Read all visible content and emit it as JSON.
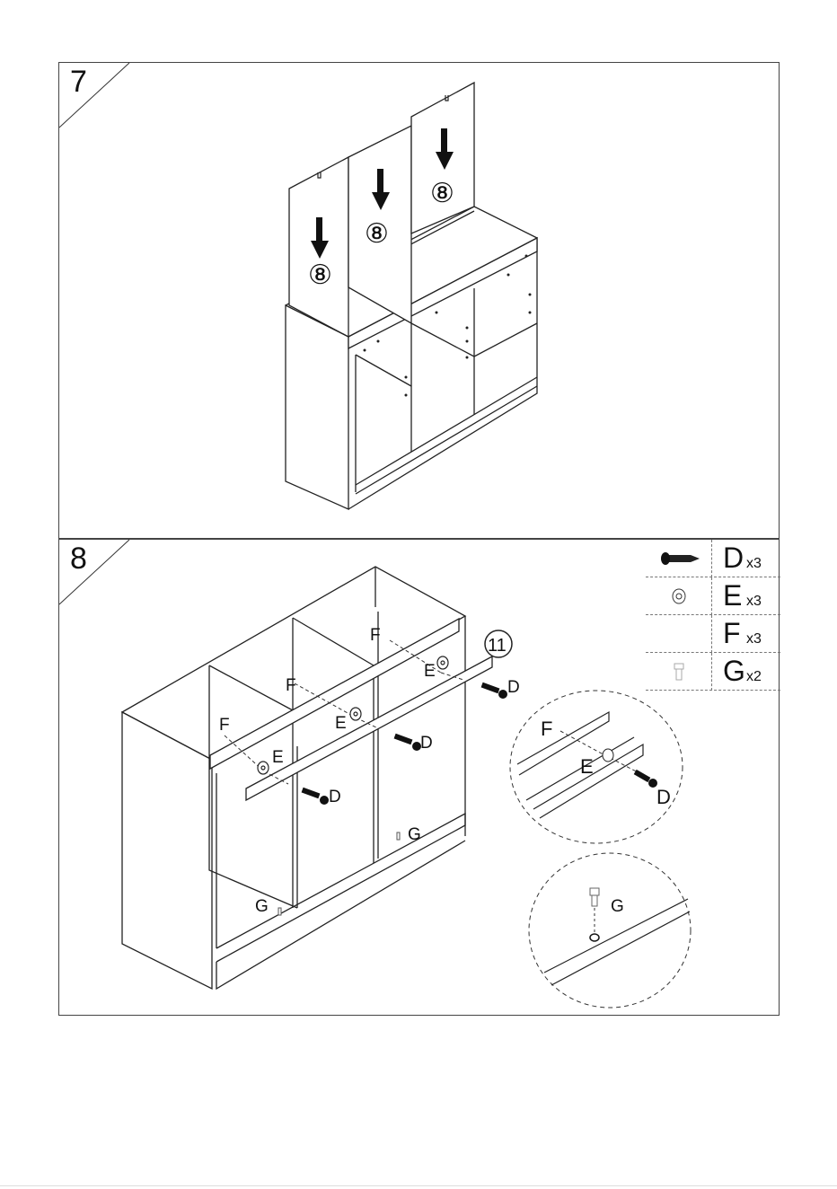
{
  "step7": {
    "number": "7",
    "part_callouts": [
      "⑧",
      "⑧",
      "⑧"
    ]
  },
  "step8": {
    "number": "8",
    "panel_callout": "11",
    "labels": {
      "F": "F",
      "E": "E",
      "D": "D",
      "G": "G"
    },
    "parts_list": [
      {
        "letter": "D",
        "qty": "x3",
        "icon": "screw-icon"
      },
      {
        "letter": "E",
        "qty": "x3",
        "icon": "cam-lock-icon"
      },
      {
        "letter": "F",
        "qty": "x3",
        "icon": "dowel-icon"
      },
      {
        "letter": "G",
        "qty": "x2",
        "icon": "shelf-pin-icon"
      }
    ]
  },
  "colors": {
    "line": "#222222",
    "border": "#444444"
  }
}
